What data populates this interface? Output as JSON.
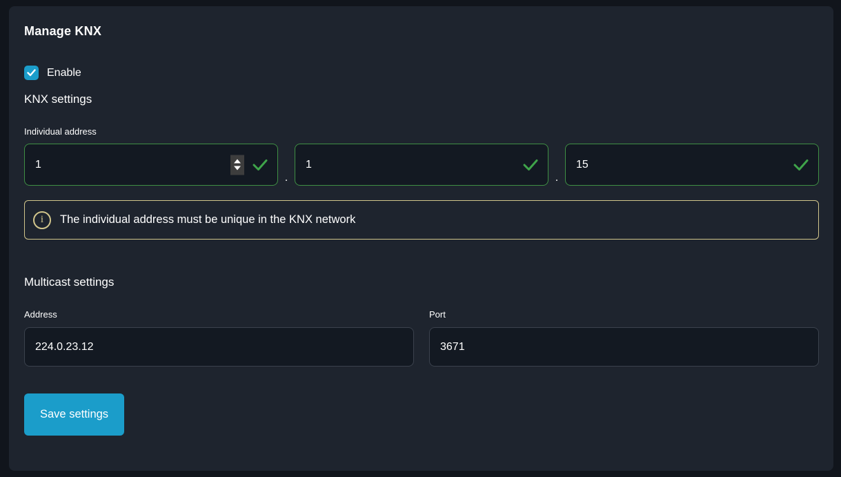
{
  "page": {
    "title": "Manage KNX"
  },
  "enable": {
    "label": "Enable",
    "checked": true
  },
  "sections": {
    "knx_heading": "KNX settings",
    "multicast_heading": "Multicast settings"
  },
  "individual_address": {
    "label": "Individual address",
    "separator": ".",
    "parts": [
      {
        "value": "1"
      },
      {
        "value": "1"
      },
      {
        "value": "15"
      }
    ],
    "valid": true
  },
  "info": {
    "message": "The individual address must be unique in the KNX network"
  },
  "multicast": {
    "address": {
      "label": "Address",
      "value": "224.0.23.12"
    },
    "port": {
      "label": "Port",
      "value": "3671"
    }
  },
  "buttons": {
    "save": "Save settings"
  },
  "icons": {
    "checkbox_check": "check-icon",
    "valid_check": "check-icon",
    "spinner": "number-spinner-icon",
    "info": "info-circle-icon"
  },
  "colors": {
    "accent": "#1b9dca",
    "valid_border": "#3f9044",
    "valid_check": "#3fa44a",
    "info_border": "#d2c68c",
    "card_background": "#1e242e",
    "page_background": "#11151c",
    "input_background": "#131922",
    "neutral_border": "#3b424d"
  }
}
